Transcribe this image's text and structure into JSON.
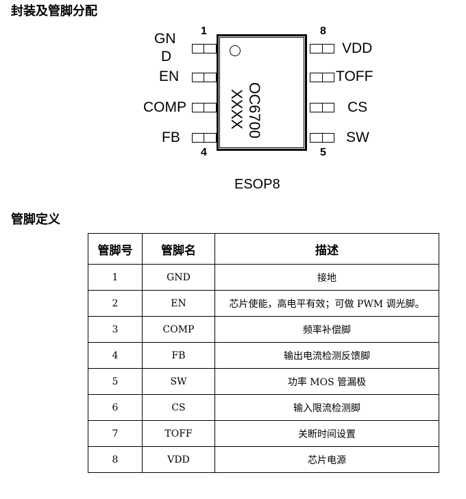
{
  "section_package": "封装及管脚分配",
  "section_definition": "管脚定义",
  "package": {
    "name": "ESOP8",
    "marking_line1": "OC6700",
    "marking_line2": "XXXX",
    "left_labels": [
      "GN",
      "D",
      "EN",
      "COMP",
      "FB"
    ],
    "right_labels": [
      "VDD",
      "TOFF",
      "CS",
      "SW"
    ],
    "corner_numbers": {
      "top_left": "1",
      "top_right": "8",
      "bottom_left": "4",
      "bottom_right": "5"
    }
  },
  "table": {
    "headers": [
      "管脚号",
      "管脚名",
      "描述"
    ],
    "rows": [
      {
        "num": "1",
        "name": "GND",
        "desc": "接地"
      },
      {
        "num": "2",
        "name": "EN",
        "desc": "芯片使能，高电平有效；可做 PWM 调光脚。"
      },
      {
        "num": "3",
        "name": "COMP",
        "desc": "频率补偿脚"
      },
      {
        "num": "4",
        "name": "FB",
        "desc": "输出电流检测反馈脚"
      },
      {
        "num": "5",
        "name": "SW",
        "desc": "功率 MOS 管漏极"
      },
      {
        "num": "6",
        "name": "CS",
        "desc": "输入限流检测脚"
      },
      {
        "num": "7",
        "name": "TOFF",
        "desc": "关断时间设置"
      },
      {
        "num": "8",
        "name": "VDD",
        "desc": "芯片电源"
      }
    ]
  }
}
